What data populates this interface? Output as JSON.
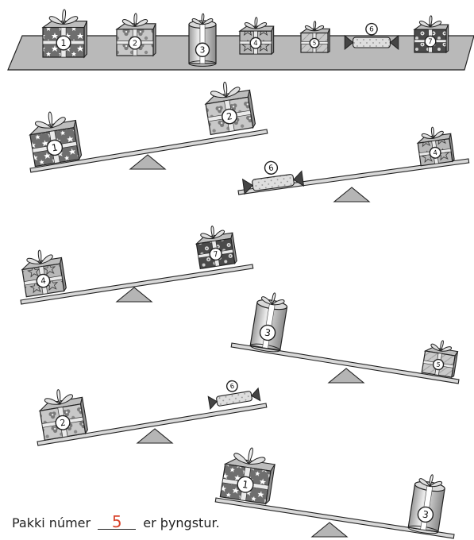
{
  "shelf": {
    "packages": [
      {
        "number": "1",
        "kind": "box-stars"
      },
      {
        "number": "2",
        "kind": "box-flowers"
      },
      {
        "number": "3",
        "kind": "cylinder"
      },
      {
        "number": "4",
        "kind": "box-stars-light"
      },
      {
        "number": "5",
        "kind": "box-cube"
      },
      {
        "number": "6",
        "kind": "cracker"
      },
      {
        "number": "7",
        "kind": "box-dark-flowers"
      }
    ]
  },
  "scales": [
    {
      "heavy": "1",
      "light": "2"
    },
    {
      "heavy": "6",
      "light": "4"
    },
    {
      "heavy": "4",
      "light": "7"
    },
    {
      "heavy": "5",
      "light": "3"
    },
    {
      "heavy": "2",
      "light": "6"
    },
    {
      "heavy": "3",
      "light": "1"
    }
  ],
  "question": {
    "before": "Pakki númer",
    "answer": "5",
    "after": "er þyngstur."
  },
  "colors": {
    "outline": "#222222",
    "gift_dark": "#6e6e6e",
    "gift_mid": "#a8a8a8",
    "gift_light": "#d2d2d2",
    "shelf": "#b9b9b9",
    "answer": "#d9442c"
  }
}
